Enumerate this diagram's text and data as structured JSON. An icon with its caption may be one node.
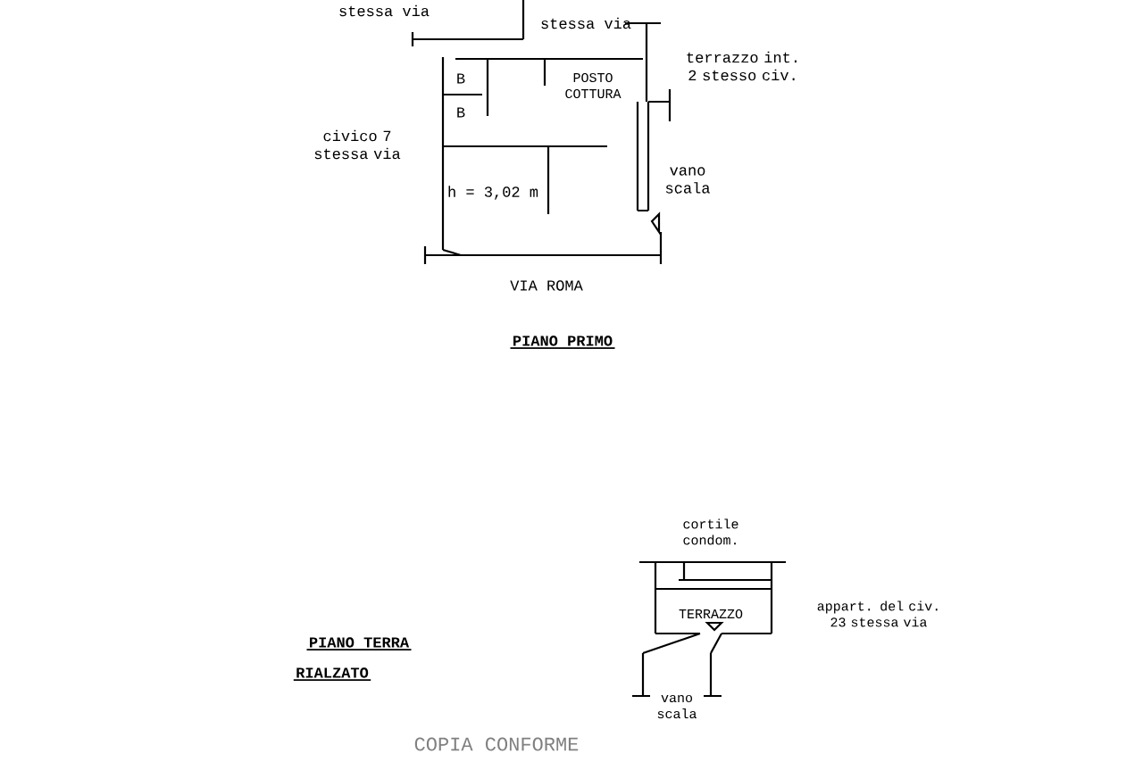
{
  "diagram": {
    "labels": [
      "stessa via",
      "stessa via",
      "B",
      "POSTO COTTURA",
      "B",
      "terrazzo int. 2 stesso civ.",
      "civico 7 stessa via",
      "vano scala",
      "h = 3,02 m",
      "VIA ROMA",
      "PIANO PRIMO",
      "cortile condom.",
      "TERRAZZO",
      "appart. del civ. 23 stessa via",
      "PIANO TERRA",
      "RIALZATO",
      "vano scala",
      "COPIA CONFORME"
    ]
  }
}
